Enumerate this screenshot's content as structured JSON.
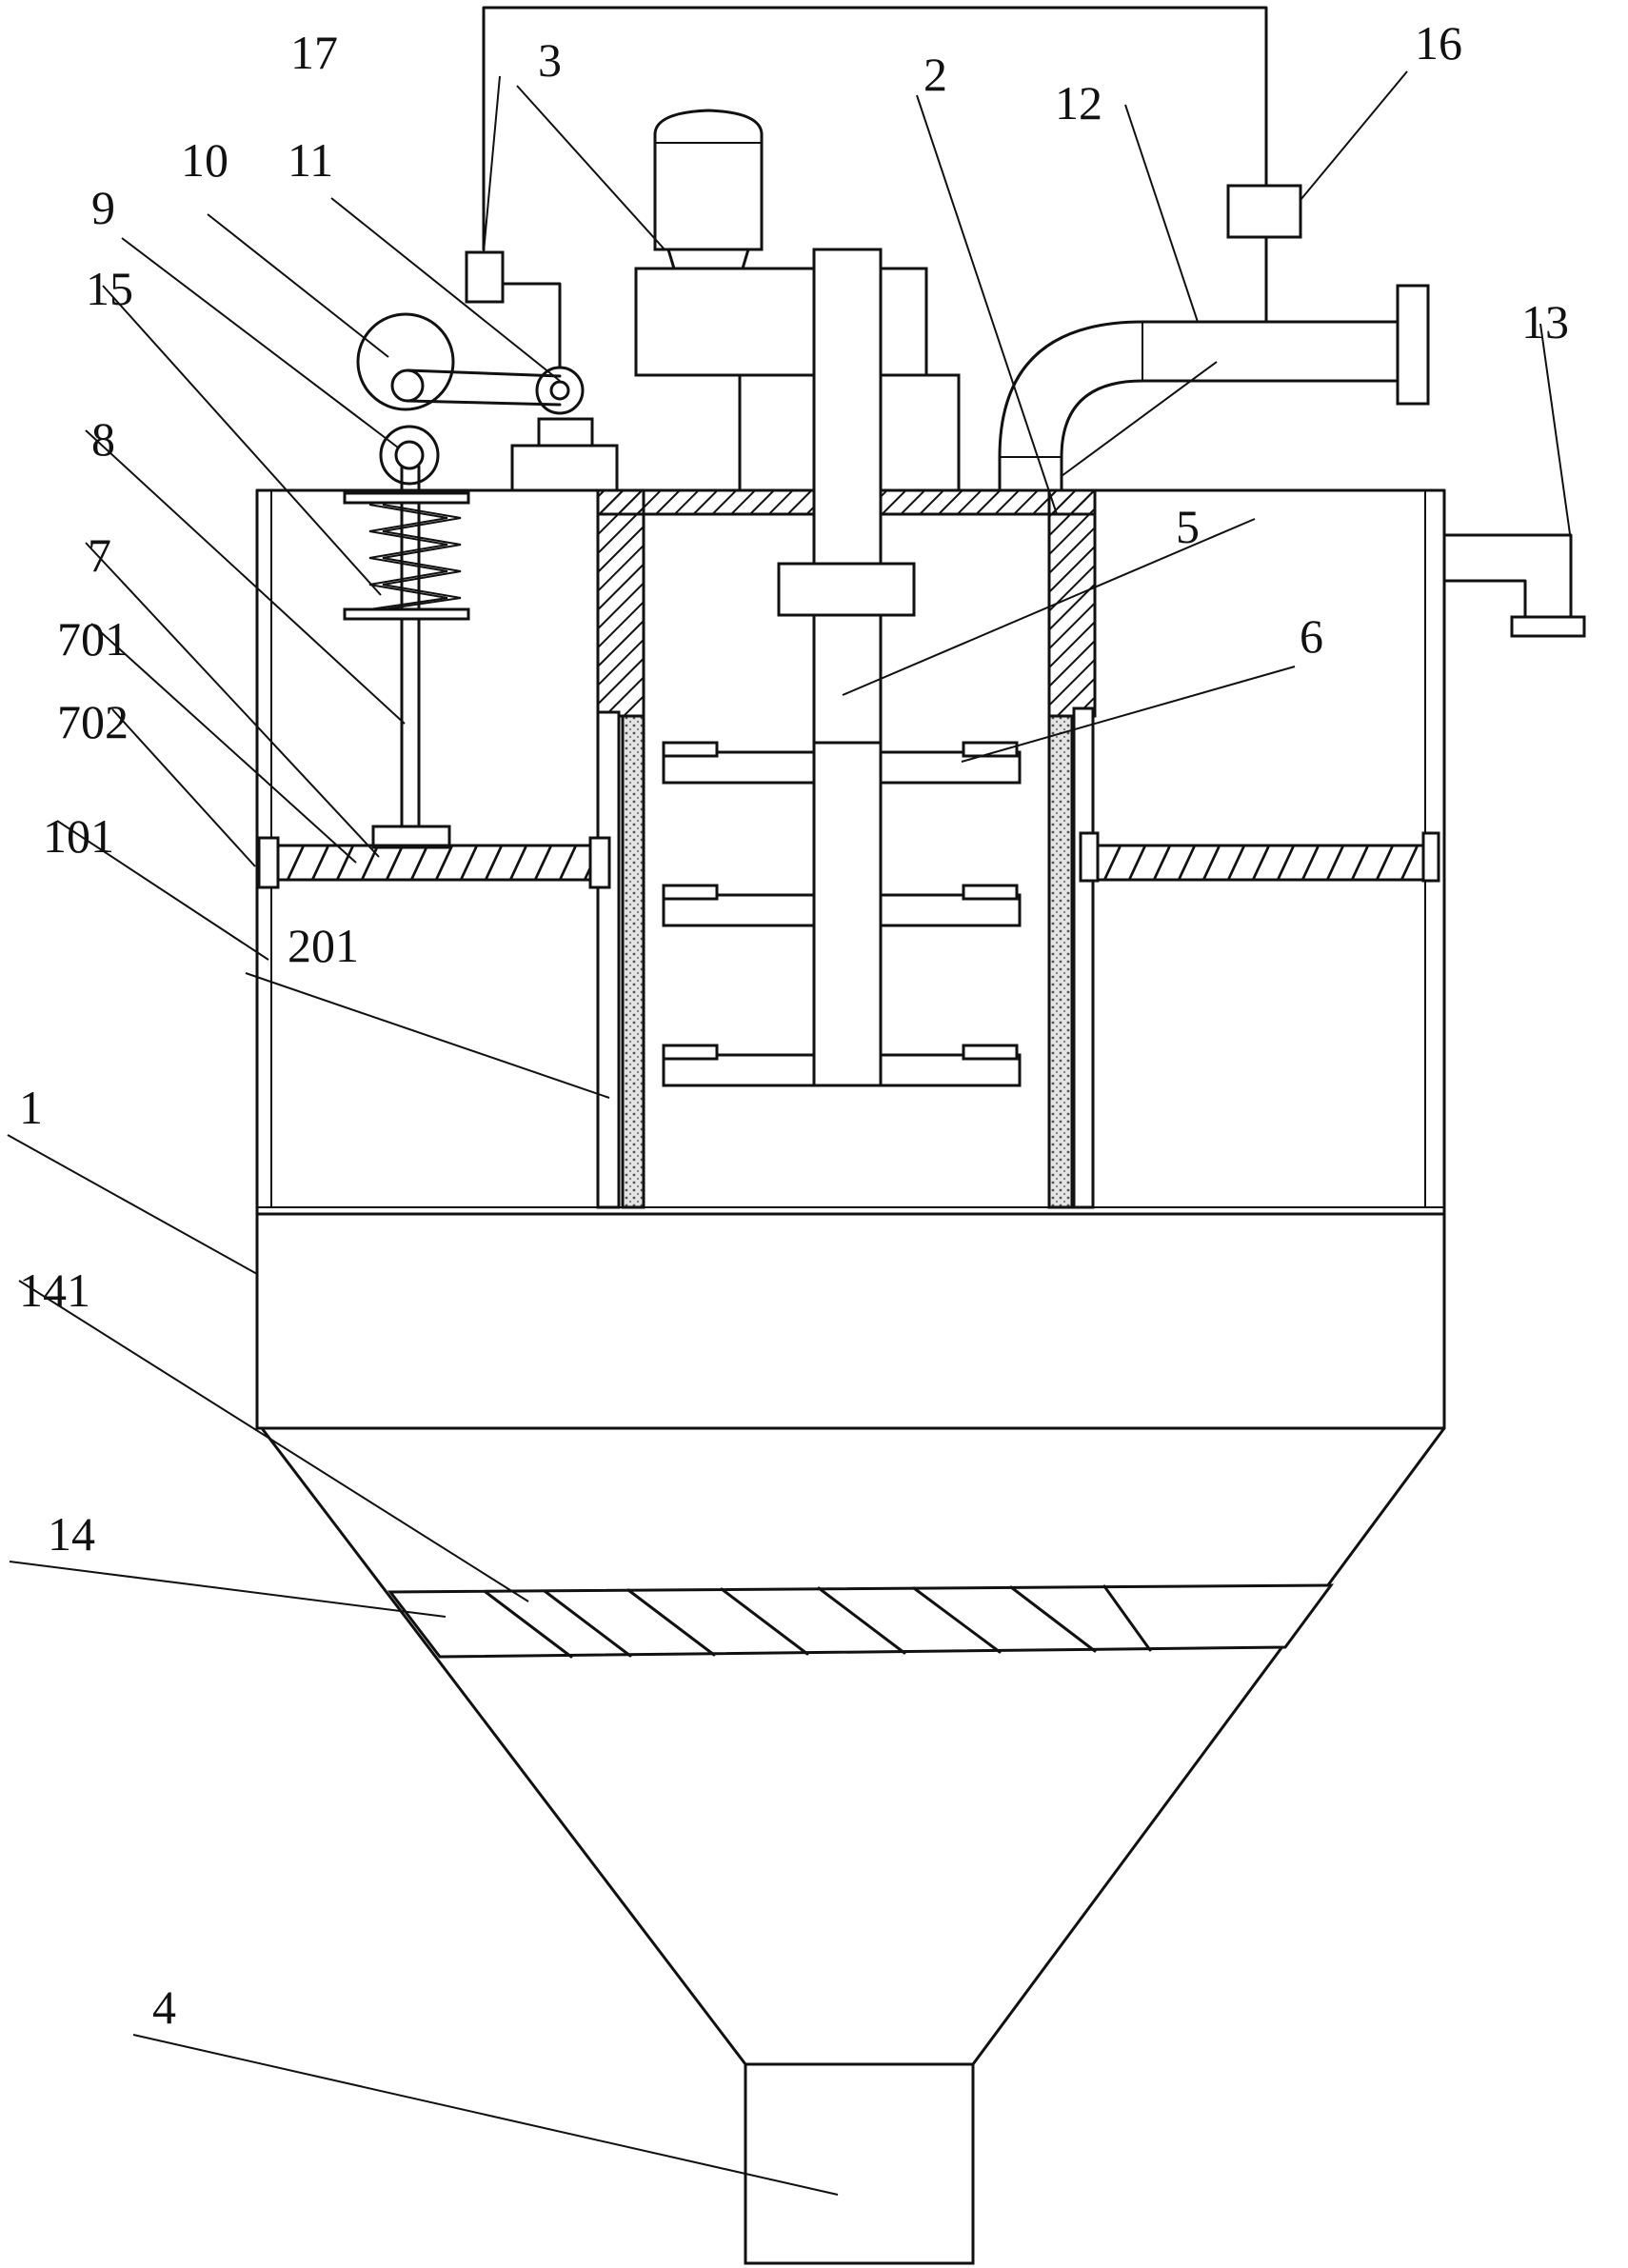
{
  "labels": {
    "l1": "1",
    "l101": "101",
    "l2": "2",
    "l201": "201",
    "l3": "3",
    "l4": "4",
    "l5": "5",
    "l6": "6",
    "l7": "7",
    "l701": "701",
    "l702": "702",
    "l8": "8",
    "l9": "9",
    "l10": "10",
    "l11": "11",
    "l12": "12",
    "l13": "13",
    "l14": "14",
    "l141": "141",
    "l15": "15",
    "l16": "16",
    "l17": "17"
  }
}
